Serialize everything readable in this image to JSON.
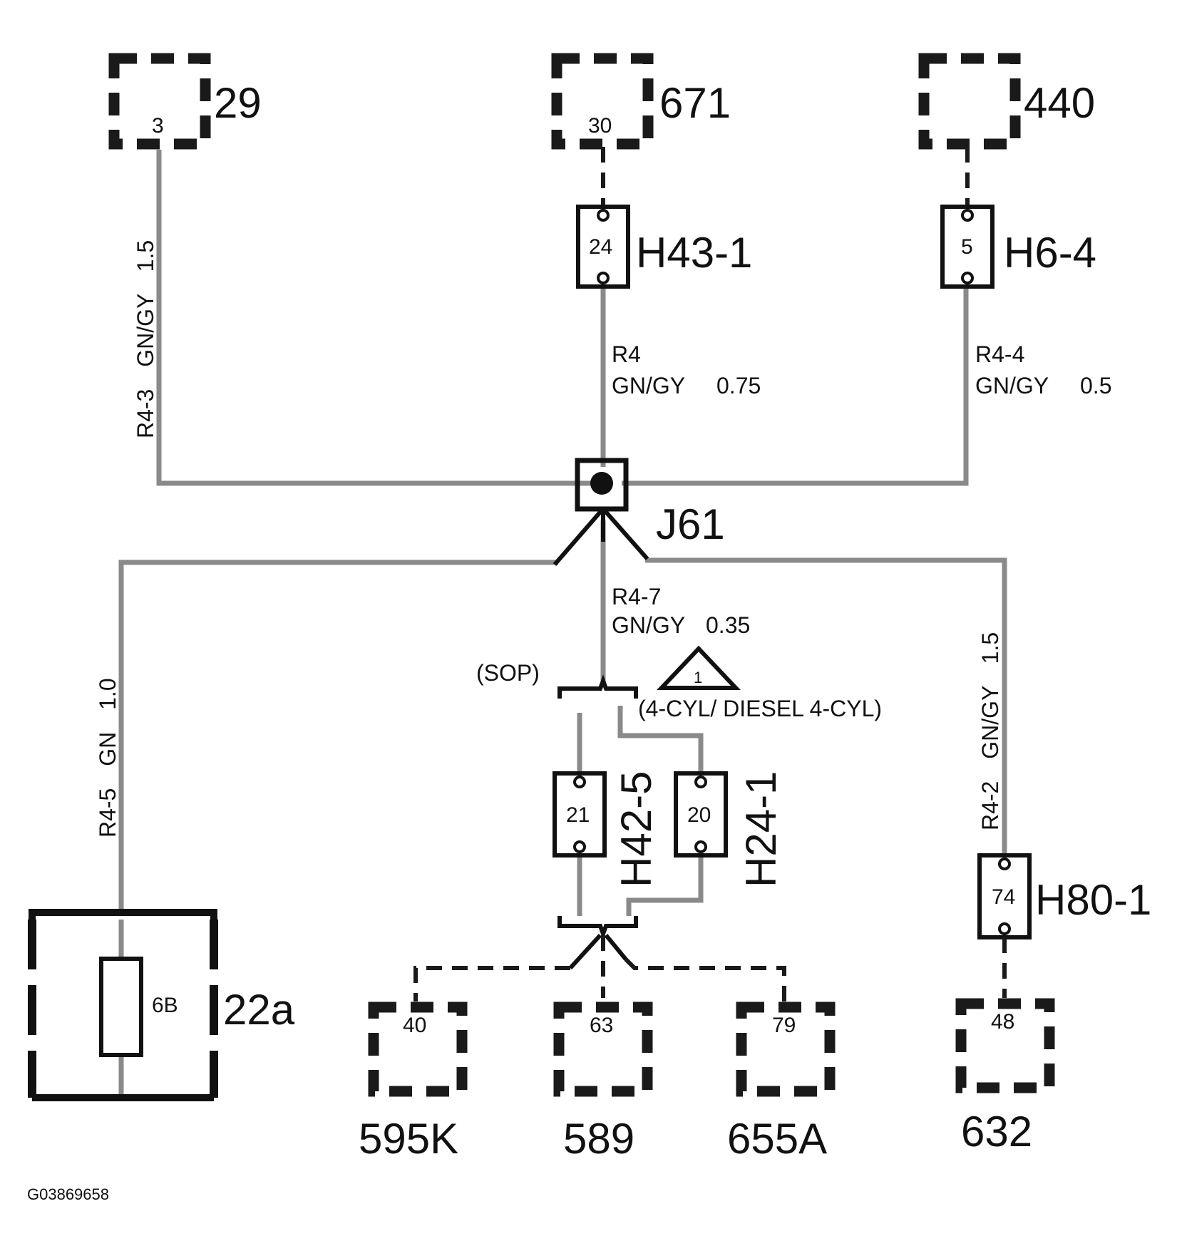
{
  "diagram_code": "G03869658",
  "components": {
    "c29": {
      "label": "29",
      "pin": "3"
    },
    "c671": {
      "label": "671",
      "pin": "30"
    },
    "c440": {
      "label": "440"
    },
    "c22a": {
      "label": "22a",
      "fuse": "6B"
    },
    "c595k": {
      "label": "595K",
      "pin": "40"
    },
    "c589": {
      "label": "589",
      "pin": "63"
    },
    "c655a": {
      "label": "655A",
      "pin": "79"
    },
    "c632": {
      "label": "632",
      "pin": "48"
    }
  },
  "connectors": {
    "h43_1": {
      "label": "H43-1",
      "pin": "24"
    },
    "h6_4": {
      "label": "H6-4",
      "pin": "5"
    },
    "h42_5": {
      "label": "H42-5",
      "pin": "21"
    },
    "h24_1": {
      "label": "H24-1",
      "pin": "20"
    },
    "h80_1": {
      "label": "H80-1",
      "pin": "74"
    }
  },
  "splice": {
    "label": "J61"
  },
  "wires": {
    "r4_3": {
      "id": "R4-3",
      "color": "GN/GY",
      "size": "1.5"
    },
    "r4": {
      "id": "R4",
      "color": "GN/GY",
      "size": "0.75"
    },
    "r4_4": {
      "id": "R4-4",
      "color": "GN/GY",
      "size": "0.5"
    },
    "r4_7": {
      "id": "R4-7",
      "color": "GN/GY",
      "size": "0.35"
    },
    "r4_5": {
      "id": "R4-5",
      "color": "GN",
      "size": "1.0"
    },
    "r4_2": {
      "id": "R4-2",
      "color": "GN/GY",
      "size": "1.5"
    }
  },
  "options": {
    "sop": "(SOP)",
    "four_cyl": "(4-CYL/ DIESEL 4-CYL)",
    "note_number": "1"
  }
}
